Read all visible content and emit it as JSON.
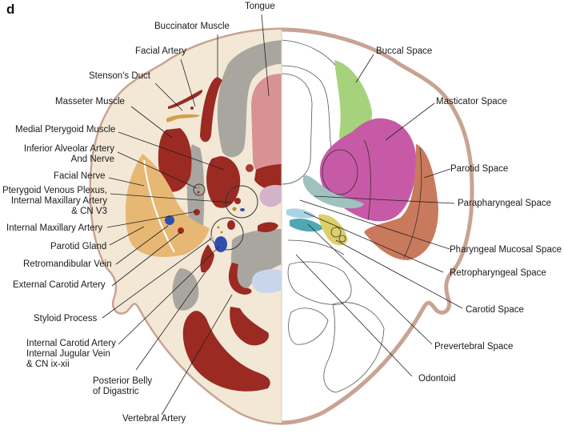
{
  "panel_letter": "d",
  "colors": {
    "skin_outline": "#c9a392",
    "soft_tissue": "#f3e8d6",
    "muscle": "#9a2a22",
    "bone": "#a9a6a0",
    "tongue": "#d99294",
    "parotid_gland": "#e7b873",
    "vein": "#2f4fb0",
    "buccal_space": "#a6d27c",
    "masticator_space": "#c75aa6",
    "parotid_space": "#c97a5c",
    "parapharyngeal_space": "#9fc2c0",
    "pharyngeal_mucosal_space": "#a7d5e5",
    "retropharyngeal_space": "#4fa7b5",
    "carotid_space": "#dccf6a",
    "prevertebral_space": "#c8d6ec"
  },
  "left_labels": [
    {
      "id": "tongue",
      "text": "Tongue"
    },
    {
      "id": "buccinator-muscle",
      "text": "Buccinator Muscle"
    },
    {
      "id": "facial-artery",
      "text": "Facial Artery"
    },
    {
      "id": "stensons-duct",
      "text": "Stenson's Duct"
    },
    {
      "id": "masseter-muscle",
      "text": "Masseter Muscle"
    },
    {
      "id": "medial-pterygoid-muscle",
      "text": "Medial Pterygoid Muscle"
    },
    {
      "id": "inferior-alveolar",
      "lines": [
        "Inferior Alveolar Artery",
        "And Nerve"
      ]
    },
    {
      "id": "facial-nerve",
      "text": "Facial Nerve"
    },
    {
      "id": "pterygoid-venous-plexus",
      "lines": [
        "Pterygoid Venous Plexus,",
        "Internal Maxillary Artery",
        "& CN V3"
      ]
    },
    {
      "id": "internal-maxillary-artery",
      "text": "Internal Maxillary Artery"
    },
    {
      "id": "parotid-gland",
      "text": "Parotid Gland"
    },
    {
      "id": "retromandibular-vein",
      "text": "Retromandibular Vein"
    },
    {
      "id": "external-carotid-artery",
      "text": "External Carotid Artery"
    },
    {
      "id": "styloid-process",
      "text": "Styloid Process"
    },
    {
      "id": "internal-carotid",
      "lines": [
        "Internal Carotid Artery",
        "Internal Jugular Vein",
        "& CN ix-xii"
      ]
    },
    {
      "id": "posterior-belly-digastric",
      "lines": [
        "Posterior Belly",
        "of Digastric"
      ]
    },
    {
      "id": "vertebral-artery",
      "text": "Vertebral Artery"
    }
  ],
  "right_labels": [
    {
      "id": "buccal-space",
      "text": "Buccal Space"
    },
    {
      "id": "masticator-space",
      "text": "Masticator Space"
    },
    {
      "id": "parotid-space",
      "text": "Parotid Space"
    },
    {
      "id": "parapharyngeal-space",
      "text": "Parapharyngeal Space"
    },
    {
      "id": "pharyngeal-mucosal-space",
      "text": "Pharyngeal Mucosal Space"
    },
    {
      "id": "retropharyngeal-space",
      "text": "Retropharyngeal Space"
    },
    {
      "id": "carotid-space",
      "text": "Carotid Space"
    },
    {
      "id": "prevertebral-space",
      "text": "Prevertebral Space"
    },
    {
      "id": "odontoid",
      "text": "Odontoid"
    }
  ]
}
